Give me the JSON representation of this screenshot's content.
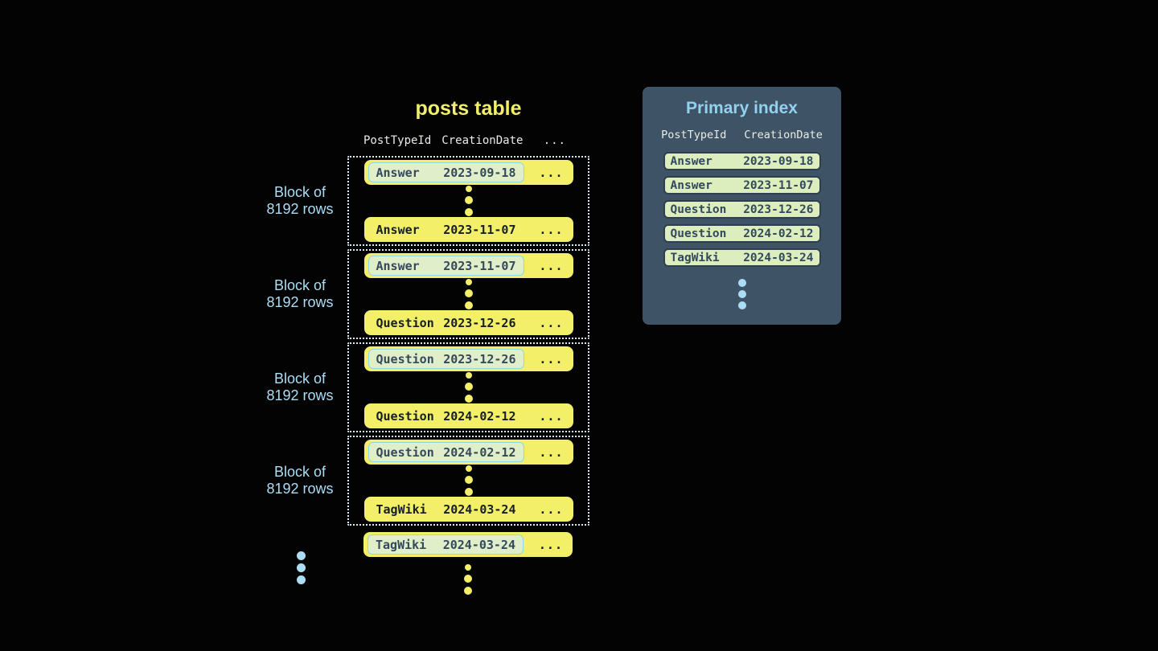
{
  "posts_table": {
    "title": "posts table",
    "headers": [
      "PostTypeId",
      "CreationDate",
      "..."
    ],
    "block_label_line1": "Block of",
    "block_label_line2": "8192 rows",
    "row_ellipsis": "...",
    "blocks": [
      {
        "first": {
          "type": "Answer",
          "date": "2023-09-18"
        },
        "last": {
          "type": "Answer",
          "date": "2023-11-07"
        }
      },
      {
        "first": {
          "type": "Answer",
          "date": "2023-11-07"
        },
        "last": {
          "type": "Question",
          "date": "2023-12-26"
        }
      },
      {
        "first": {
          "type": "Question",
          "date": "2023-12-26"
        },
        "last": {
          "type": "Question",
          "date": "2024-02-12"
        }
      },
      {
        "first": {
          "type": "Question",
          "date": "2024-02-12"
        },
        "last": {
          "type": "TagWiki",
          "date": "2024-03-24"
        }
      }
    ],
    "overflow_row": {
      "type": "TagWiki",
      "date": "2024-03-24"
    }
  },
  "primary_index": {
    "title": "Primary index",
    "headers": [
      "PostTypeId",
      "CreationDate"
    ],
    "rows": [
      {
        "type": "Answer",
        "date": "2023-09-18"
      },
      {
        "type": "Answer",
        "date": "2023-11-07"
      },
      {
        "type": "Question",
        "date": "2023-12-26"
      },
      {
        "type": "Question",
        "date": "2024-02-12"
      },
      {
        "type": "TagWiki",
        "date": "2024-03-24"
      }
    ]
  },
  "colors": {
    "background": "#030303",
    "title_yellow": "#f3ef68",
    "row_yellow": "#f3ef68",
    "highlight_green": "#e0eeca",
    "highlight_border": "#8fd8e8",
    "text_slate": "#33495c",
    "text_dark": "#161e26",
    "dotted_border": "#d9ecf4",
    "accent_blue": "#abdef6",
    "header_text": "#e9ece5",
    "panel_bg": "#3e5365",
    "panel_title": "#92d1ef",
    "index_row_bg": "#dcedbe",
    "index_row_border": "#2f3f4d"
  }
}
